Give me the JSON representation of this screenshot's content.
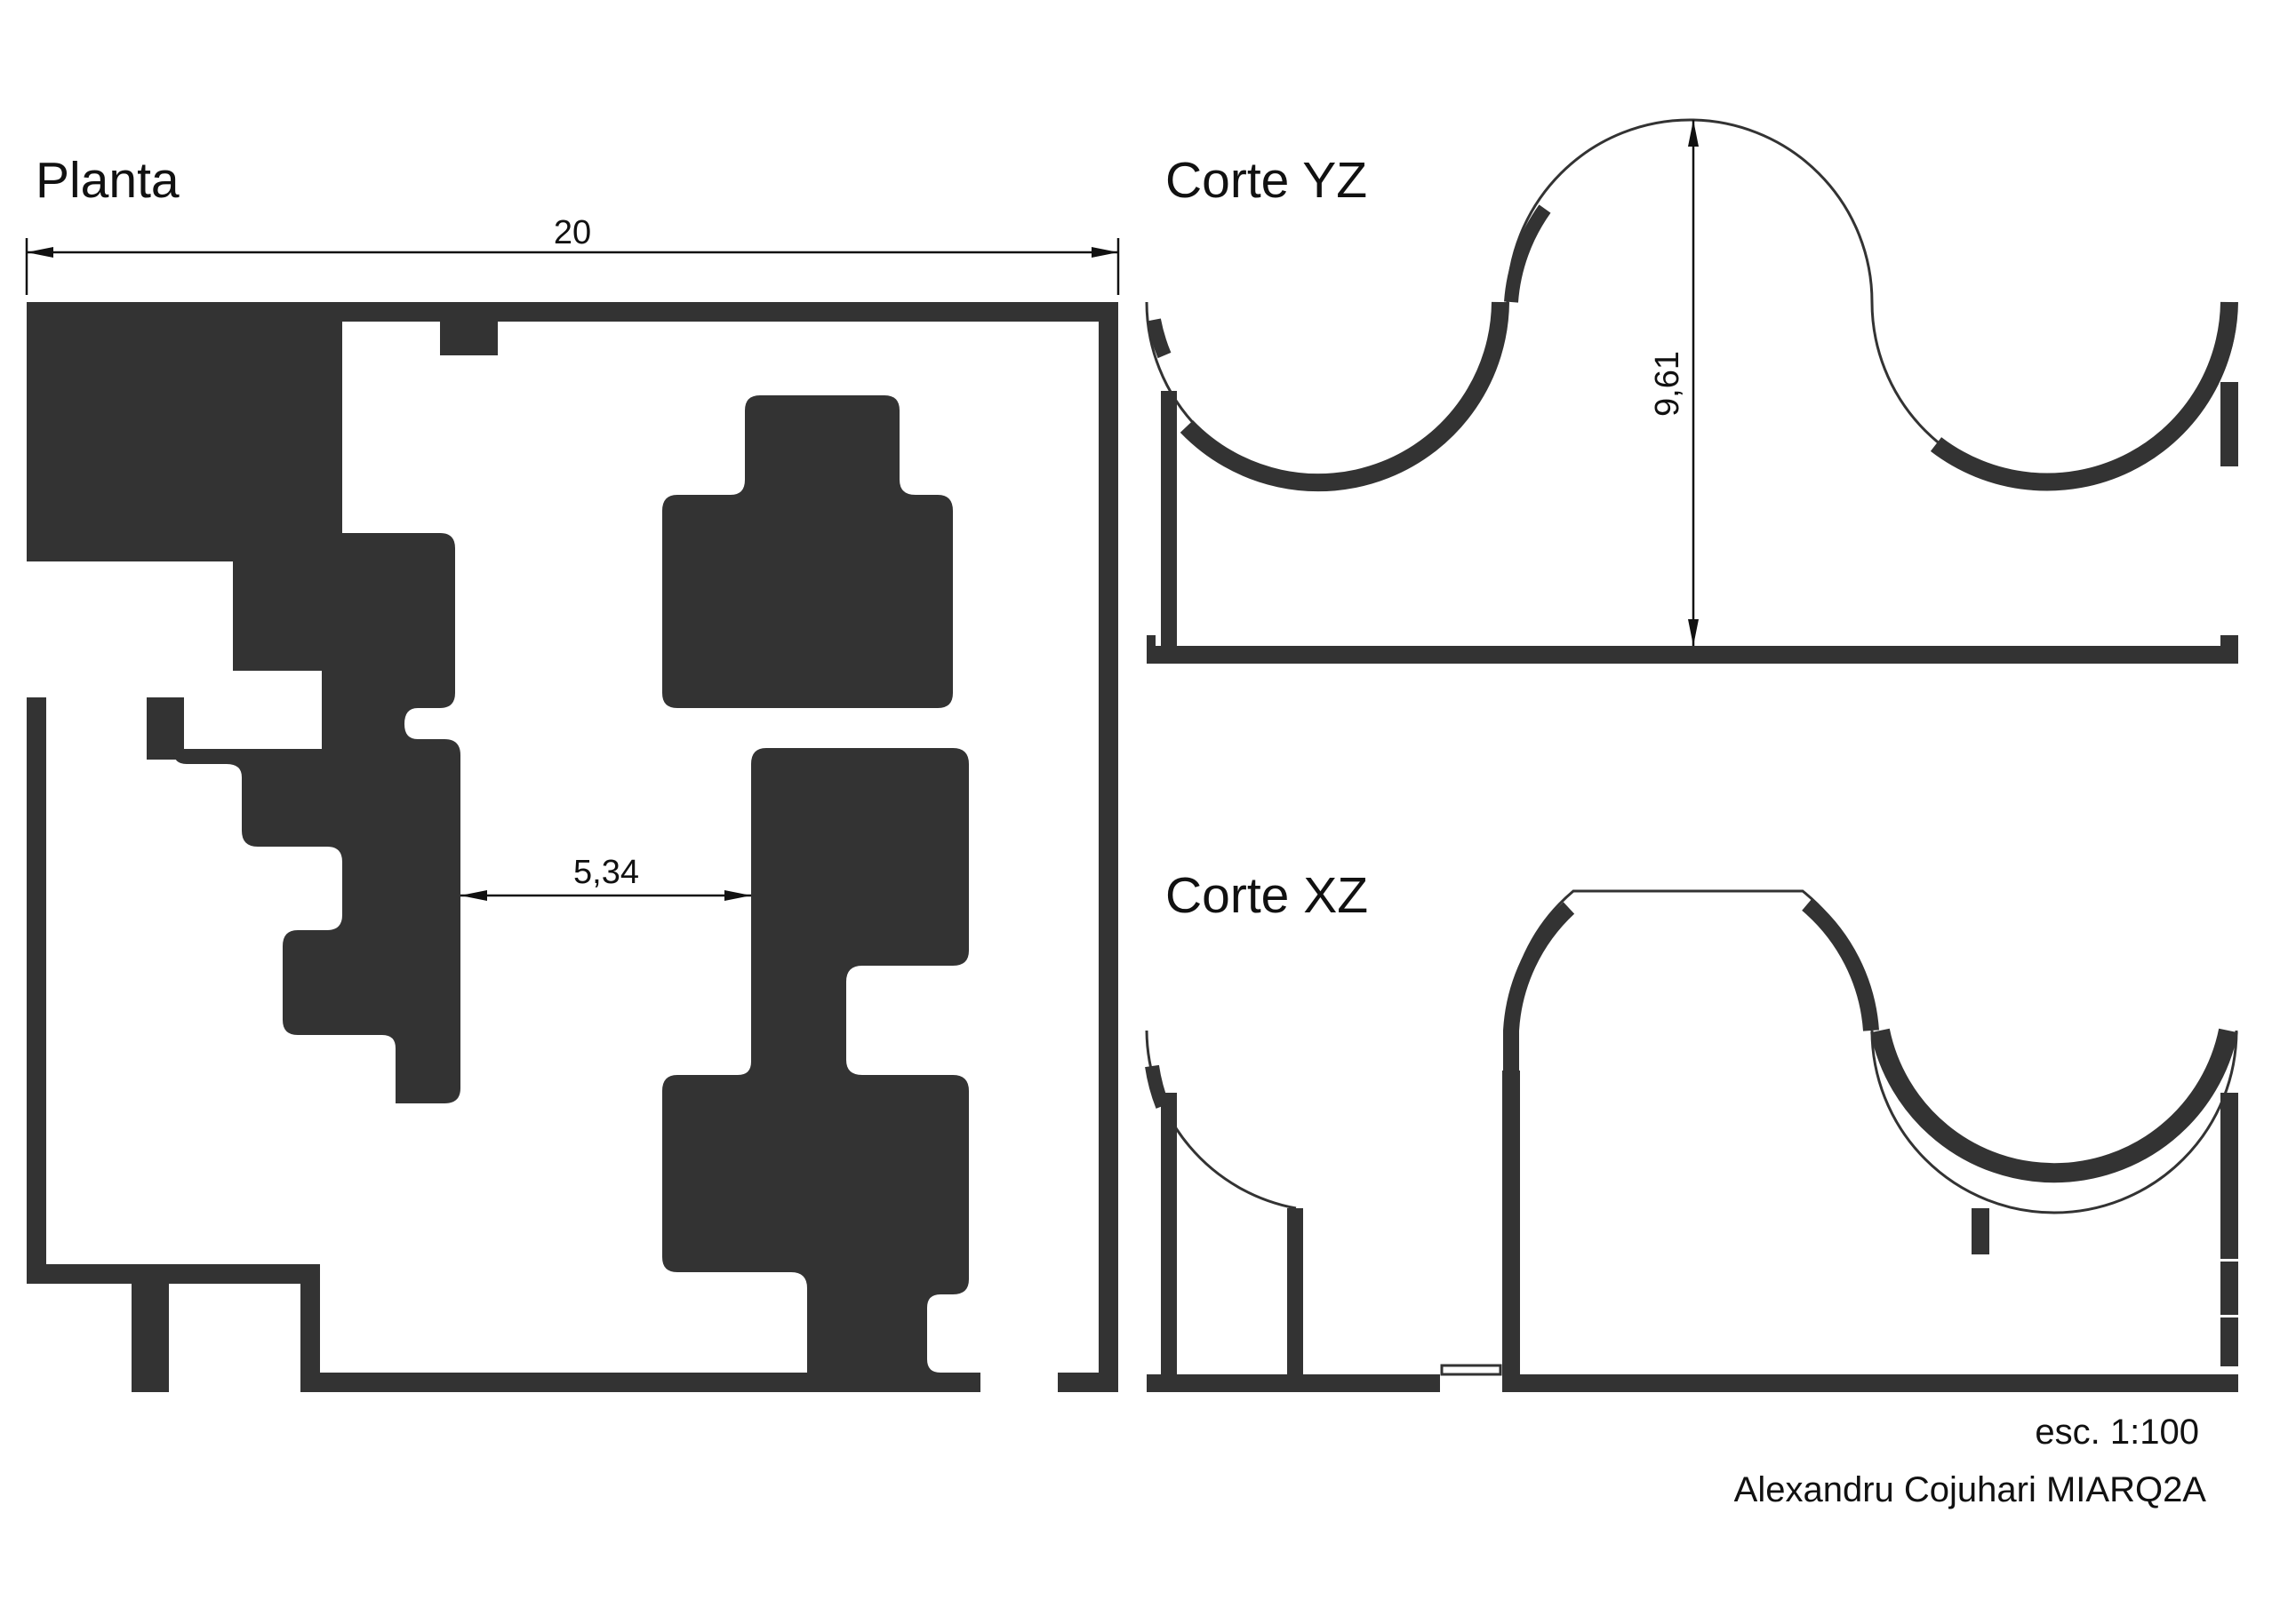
{
  "sheet": {
    "titles": {
      "plan": "Planta",
      "section_yz": "Corte YZ",
      "section_xz": "Corte XZ"
    },
    "dimensions": {
      "plan_width": "20",
      "plan_gap": "5,34",
      "section_height": "9,61"
    },
    "footer": {
      "scale": "esc. 1:100",
      "author": "Alexandru Cojuhari MIARQ2A"
    },
    "colors": {
      "fill": "#333333",
      "background": "#ffffff"
    }
  }
}
